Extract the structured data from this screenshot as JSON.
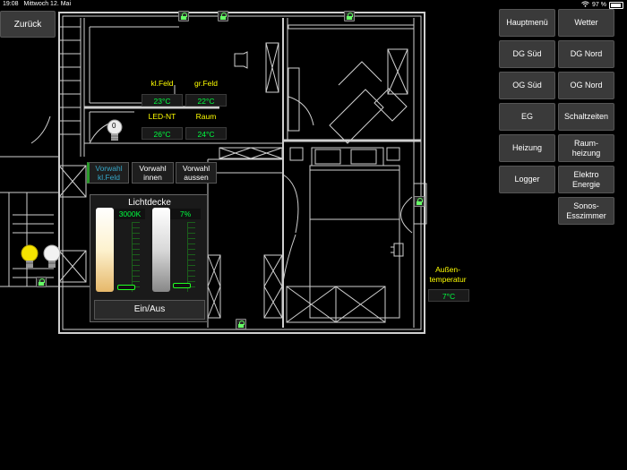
{
  "status_bar": {
    "time": "19:08",
    "date": "Mittwoch 12. Mai",
    "battery": "97 %"
  },
  "back_button": "Zurück",
  "nav": {
    "hauptmenue": "Hauptmenü",
    "wetter": "Wetter",
    "dg_sued": "DG Süd",
    "dg_nord": "DG Nord",
    "og_sued": "OG Süd",
    "og_nord": "OG Nord",
    "eg": "EG",
    "schaltzeiten": "Schaltzeiten",
    "heizung": "Heizung",
    "raumheizung": "Raum-\nheizung",
    "logger": "Logger",
    "elektro": "Elektro\nEnergie",
    "sonos": "Sonos-\nEsszimmer"
  },
  "temps": {
    "kl_feld": {
      "label": "kl.Feld",
      "value": "23°C"
    },
    "gr_feld": {
      "label": "gr.Feld",
      "value": "22°C"
    },
    "led_nt": {
      "label": "LED-NT",
      "value": "26°C"
    },
    "raum": {
      "label": "Raum",
      "value": "24°C"
    }
  },
  "presets": {
    "vorwahl_kl": "Vorwahl\nkl.Feld",
    "vorwahl_innen": "Vorwahl\ninnen",
    "vorwahl_aussen": "Vorwahl\naussen"
  },
  "lamp_badge": "0",
  "lichtdecke": {
    "title": "Lichtdecke",
    "color_temp": "3000K",
    "brightness": "7%",
    "color_temp_level": 0.05,
    "brightness_level": 0.07,
    "toggle": "Ein/Aus"
  },
  "aussen": {
    "label": "Außen-\ntemperatur",
    "value": "7°C"
  },
  "colors": {
    "accent_green": "#00ff40",
    "label_yellow": "#ffff00",
    "preset_active": "#35a7c8"
  },
  "icons": [
    "lock-icon",
    "bulb-icon",
    "wifi-icon",
    "battery-icon",
    "chair-icon",
    "bed-icon",
    "sofa-icon"
  ]
}
